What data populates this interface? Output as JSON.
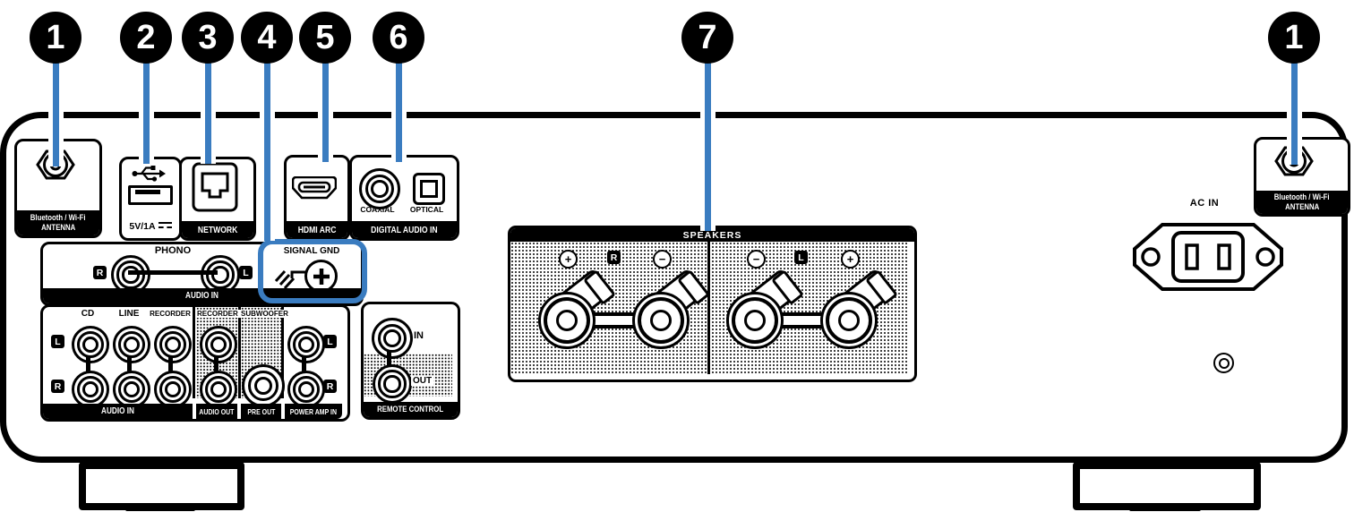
{
  "colors": {
    "accent_blue": "#3a7cc0",
    "panel_black": "#000000"
  },
  "callouts": [
    {
      "n": "1"
    },
    {
      "n": "2"
    },
    {
      "n": "3"
    },
    {
      "n": "4"
    },
    {
      "n": "5"
    },
    {
      "n": "6"
    },
    {
      "n": "7"
    },
    {
      "n": "1"
    }
  ],
  "antenna_left": {
    "line1": "Bluetooth / Wi-Fi",
    "line2": "ANTENNA"
  },
  "antenna_right": {
    "line1": "Bluetooth / Wi-Fi",
    "line2": "ANTENNA"
  },
  "usb": {
    "label": "5V/1A"
  },
  "network": {
    "label": "NETWORK"
  },
  "hdmi": {
    "label": "HDMI ARC"
  },
  "digital": {
    "coaxial": "COAXIAL",
    "optical": "OPTICAL",
    "label": "DIGITAL AUDIO IN"
  },
  "phono": {
    "title": "PHONO",
    "r": "R",
    "l": "L",
    "signal_gnd": "SIGNAL GND",
    "band": "AUDIO IN"
  },
  "analog": {
    "cols": [
      "CD",
      "LINE",
      "RECORDER"
    ],
    "out_cols": [
      "RECORDER",
      "SUBWOOFER"
    ],
    "l": "L",
    "r": "R",
    "bands": [
      "AUDIO IN",
      "AUDIO OUT",
      "PRE OUT",
      "POWER AMP IN"
    ]
  },
  "remote": {
    "in_label": "IN",
    "out_label": "OUT",
    "band": "REMOTE CONTROL"
  },
  "speakers": {
    "band": "SPEAKERS",
    "left": {
      "plus": "+",
      "ch": "R",
      "minus": "−"
    },
    "right": {
      "minus": "−",
      "ch": "L",
      "plus": "+"
    }
  },
  "ac": {
    "label": "AC IN"
  }
}
